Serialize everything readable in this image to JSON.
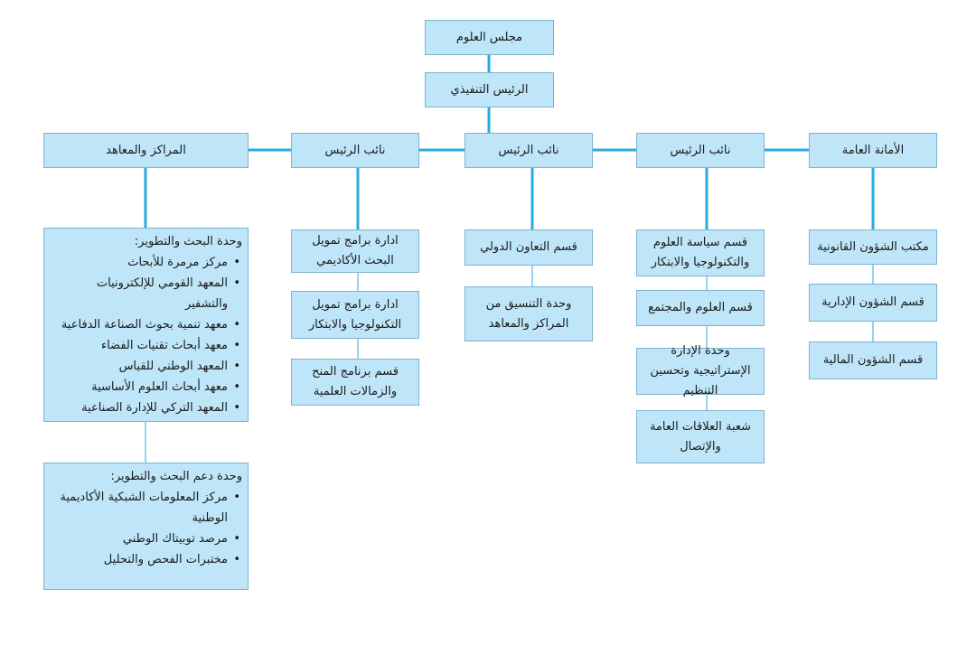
{
  "colors": {
    "box_fill": "#bfe6f8",
    "box_border": "#7fb2cf",
    "connector": "#29abe2"
  },
  "nodes": {
    "council": "مجلس العلوم",
    "president": "الرئيس التنفيذي",
    "general_secretariat": "الأمانة العامة",
    "vp1": "نائب الرئيس",
    "vp2": "نائب الرئيس",
    "vp3": "نائب الرئيس",
    "centers": "المراكز والمعاهد"
  },
  "secretariat_units": [
    "مكتب الشؤون القانونية",
    "قسم الشؤون الإدارية",
    "قسم الشؤون المالية"
  ],
  "vp1_units": [
    "قسم سياسة العلوم والتكنولوجيا والابتكار",
    "قسم العلوم والمجتمع",
    "وحدة الإدارة الإستراتيجية وتحسين التنظيم",
    "شعبة العلاقات العامة والإتصال"
  ],
  "vp2_units": [
    "قسم التعاون الدولي",
    "وحدة التنسيق من المراكز والمعاهد"
  ],
  "vp3_units": [
    "ادارة برامج تمويل البحث الأكاديمي",
    "ادارة برامج تمويل التكنولوجيا والابتكار",
    "قسم برنامج المنح والزمالات العلمية"
  ],
  "rd_unit": {
    "title": "وحدة البحث والتطوير:",
    "items": [
      "مركز مرمرة للأبحاث",
      "المعهد القومي للإلكترونيات والتشفير",
      "معهد تنمية بحوث الصناعة الدفاعية",
      "معهد أبحاث تقنيات الفضاء",
      "المعهد الوطني للقياس",
      "معهد أبحاث العلوم الأساسية",
      "المعهد التركي للإدارة الصناعية"
    ]
  },
  "rd_support_unit": {
    "title": "وحدة دعم البحث والتطوير:",
    "items": [
      "مركز المعلومات الشبكية الأكاديمية الوطنية",
      "مرصد توبيتاك الوطني",
      "مختبرات الفحص والتحليل"
    ]
  }
}
